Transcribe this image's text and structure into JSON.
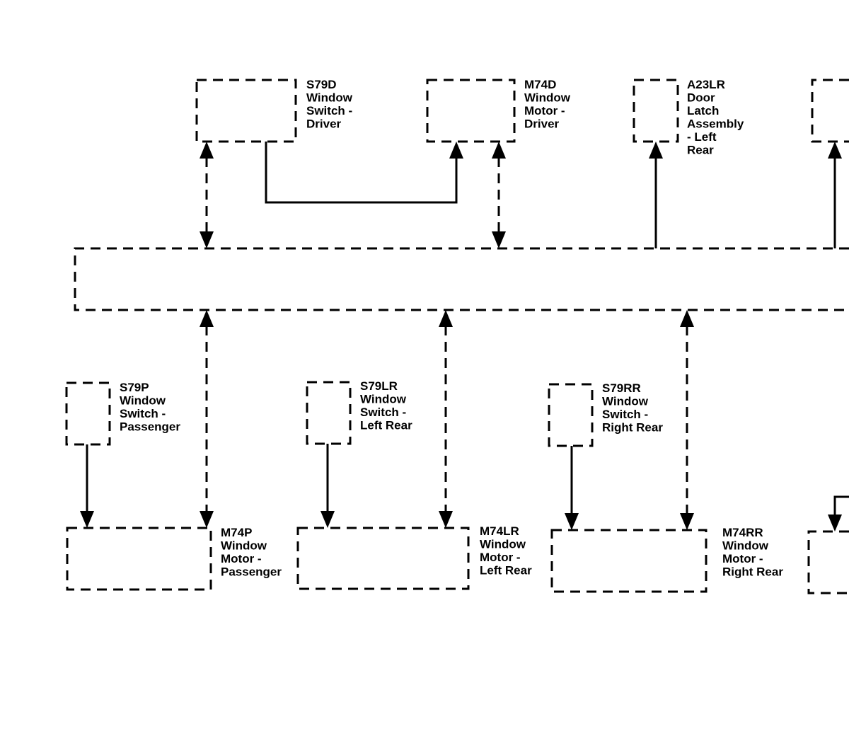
{
  "components": {
    "s79d": {
      "lines": [
        "S79D",
        "Window",
        "Switch -",
        "Driver"
      ]
    },
    "m74d": {
      "lines": [
        "M74D",
        "Window",
        "Motor -",
        "Driver"
      ]
    },
    "a23lr": {
      "lines": [
        "A23LR",
        "Door",
        "Latch",
        "Assembly",
        "- Left",
        "Rear"
      ]
    },
    "s79p": {
      "lines": [
        "S79P",
        "Window",
        "Switch -",
        "Passenger"
      ]
    },
    "s79lr": {
      "lines": [
        "S79LR",
        "Window",
        "Switch -",
        "Left Rear"
      ]
    },
    "s79rr": {
      "lines": [
        "S79RR",
        "Window",
        "Switch -",
        "Right Rear"
      ]
    },
    "m74p": {
      "lines": [
        "M74P",
        "Window",
        "Motor -",
        "Passenger"
      ]
    },
    "m74lr": {
      "lines": [
        "M74LR",
        "Window",
        "Motor -",
        "Left Rear"
      ]
    },
    "m74rr": {
      "lines": [
        "M74RR",
        "Window",
        "Motor -",
        "Right Rear"
      ]
    }
  },
  "colors": {
    "line": "#000000",
    "background": "#ffffff"
  }
}
